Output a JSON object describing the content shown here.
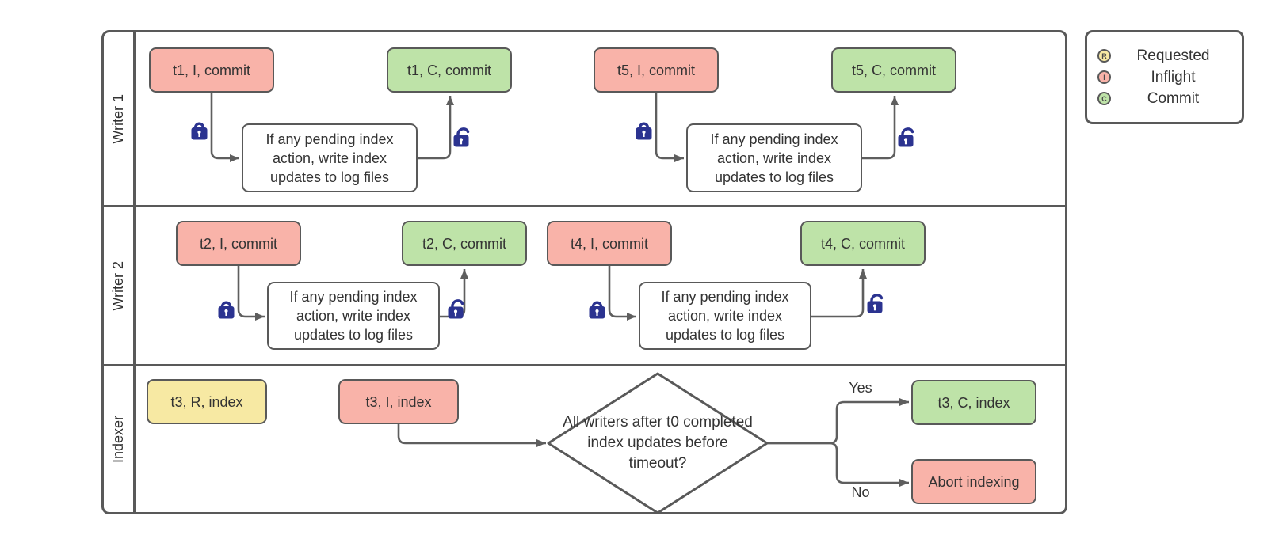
{
  "colors": {
    "canvas": "#ffffff",
    "border": "#595959",
    "connector": "#5e5e5e",
    "text": "#333333",
    "inflight": "#f9b3a9",
    "commit": "#bee3a8",
    "requested": "#f7e9a3",
    "lock": "#2b3390"
  },
  "lanes": {
    "writer1": {
      "label": "Writer 1"
    },
    "writer2": {
      "label": "Writer 2"
    },
    "indexer": {
      "label": "Indexer"
    }
  },
  "nodes": {
    "t1_inflight": "t1, I, commit",
    "t1_commit": "t1, C, commit",
    "t5_inflight": "t5, I, commit",
    "t5_commit": "t5, C, commit",
    "t2_inflight": "t2, I, commit",
    "t2_commit": "t2, C, commit",
    "t4_inflight": "t4, I, commit",
    "t4_commit": "t4, C, commit",
    "t3_requested": "t3, R, index",
    "t3_inflight": "t3, I, index",
    "t3_commit": "t3, C, index",
    "abort": "Abort indexing",
    "pending_check": "If any pending index action, write index updates to log files",
    "decision": "All writers after t0 completed index updates before timeout?"
  },
  "branch_labels": {
    "yes": "Yes",
    "no": "No"
  },
  "legend": {
    "items": [
      {
        "letter": "R",
        "label": "Requested",
        "type": "requested"
      },
      {
        "letter": "I",
        "label": "Inflight",
        "type": "inflight"
      },
      {
        "letter": "C",
        "label": "Commit",
        "type": "commit"
      }
    ]
  }
}
